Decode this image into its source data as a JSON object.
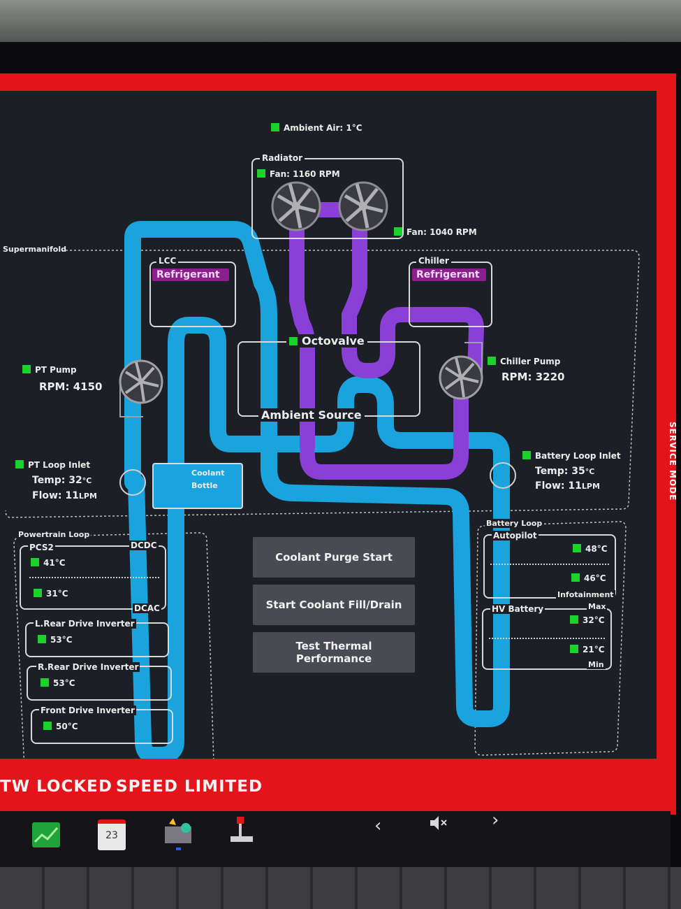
{
  "header": {
    "ambient_air": "Ambient Air: 1°C",
    "service_mode": "SERVICE MODE"
  },
  "radiator": {
    "title": "Radiator",
    "fan1": "Fan: 1160 RPM",
    "fan2": "Fan: 1040 RPM"
  },
  "supermanifold": {
    "label": "Supermanifold"
  },
  "lcc": {
    "title": "LCC",
    "refrigerant": "Refrigerant"
  },
  "chiller": {
    "title": "Chiller",
    "refrigerant": "Refrigerant"
  },
  "octovalve": {
    "title": "Octovalve",
    "ambient_source": "Ambient Source"
  },
  "pt_pump": {
    "title": "PT Pump",
    "rpm_label": "RPM:",
    "rpm_value": "4150"
  },
  "chiller_pump": {
    "title": "Chiller Pump",
    "rpm_label": "RPM:",
    "rpm_value": "3220"
  },
  "pt_loop_inlet": {
    "title": "PT Loop Inlet",
    "temp_label": "Temp:",
    "temp_value": "32",
    "temp_unit": "°C",
    "flow_label": "Flow:",
    "flow_value": "11",
    "flow_unit": "LPM"
  },
  "battery_loop_inlet": {
    "title": "Battery Loop Inlet",
    "temp_label": "Temp:",
    "temp_value": "35",
    "temp_unit": "°C",
    "flow_label": "Flow:",
    "flow_value": "11",
    "flow_unit": "LPM"
  },
  "coolant_bottle": {
    "line1": "Coolant",
    "line2": "Bottle"
  },
  "powertrain_loop": {
    "title": "Powertrain Loop",
    "pcs2": "PCS2",
    "dcdc": "DCDC",
    "dcac": "DCAC",
    "pcs2_temp1": "41°C",
    "pcs2_temp2": "31°C",
    "l_rear_title": "L.Rear Drive Inverter",
    "l_rear_temp": "53°C",
    "r_rear_title": "R.Rear Drive Inverter",
    "r_rear_temp": "53°C",
    "front_title": "Front Drive Inverter",
    "front_temp": "50°C"
  },
  "battery_loop": {
    "title": "Battery Loop",
    "autopilot": "Autopilot",
    "ap_temp1": "48°C",
    "ap_temp2": "46°C",
    "infotainment": "Infotainment",
    "hv_battery": "HV Battery",
    "max": "Max",
    "min": "Min",
    "hv_max_temp": "32°C",
    "hv_min_temp": "21°C"
  },
  "buttons": {
    "purge": "Coolant Purge Start",
    "fill": "Start Coolant Fill/Drain",
    "test": "Test Thermal Performance"
  },
  "status_bar": {
    "left": "TW LOCKED",
    "right": "SPEED LIMITED"
  },
  "taskbar": {
    "calendar_day": "23",
    "icons": [
      "graph-app-icon",
      "calendar-icon",
      "toybox-icon",
      "joystick-icon",
      "chevron-left-icon",
      "volume-muted-icon",
      "chevron-right-icon"
    ]
  },
  "colors": {
    "coolant": "#1aa3dc",
    "refrigerant": "#8a3fd6",
    "alert_red": "#e3141a",
    "indicator": "#1bd12c"
  }
}
